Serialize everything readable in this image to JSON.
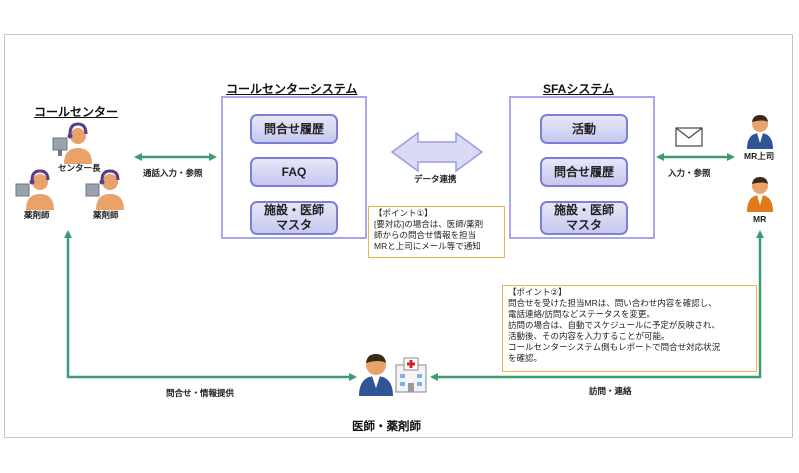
{
  "call_center": {
    "title": "コールセンター",
    "center_head": "センター長",
    "pharmacist_left": "薬剤師",
    "pharmacist_right": "薬剤師"
  },
  "call_center_system": {
    "title": "コールセンターシステム",
    "modules": [
      "問合せ履歴",
      "FAQ",
      "施設・医師\nマスタ"
    ]
  },
  "sfa_system": {
    "title": "SFAシステム",
    "modules": [
      "活動",
      "問合せ履歴",
      "施設・医師\nマスタ"
    ]
  },
  "mr_side": {
    "mr_boss": "MR上司",
    "mr": "MR"
  },
  "doctor": {
    "label": "医師・薬剤師"
  },
  "connections": {
    "call_input": "通話入力・参照",
    "data_link": "データ連携",
    "input_ref": "入力・参照",
    "inquiry_info": "問合せ・情報提供",
    "visit_contact": "訪問・連絡"
  },
  "point1": {
    "lines": [
      "【ポイント①】",
      "[要対応]の場合は、医師/薬剤",
      "師からの問合せ情報を担当",
      "MRと上司にメール等で通知"
    ]
  },
  "point2": {
    "lines": [
      "【ポイント②】",
      "問合せを受けた担当MRは、問い合わせ内容を確認し、",
      "電話連絡/訪問などステータスを変更。",
      "訪問の場合は、自動でスケジュールに予定が反映され、",
      "活動後、その内容を入力することが可能。",
      "コールセンターシステム側もレポートで問合せ対応状況",
      "を確認。"
    ]
  },
  "colors": {
    "arrow_green": "#3f9a70",
    "module_border": "#7d7fd6",
    "system_border": "#a9a9e8",
    "note_border": "#f2b150",
    "person_face": "#e8a26a",
    "headset": "#5b3b8c",
    "mr_suit": "#2f5597",
    "mr_boss_suit": "#2f5597",
    "hospital_cross": "#d82020"
  },
  "icons": [
    "operator-icon",
    "pharmacist-icon",
    "envelope-icon",
    "businessman-icon",
    "doctor-icon",
    "hospital-icon"
  ]
}
